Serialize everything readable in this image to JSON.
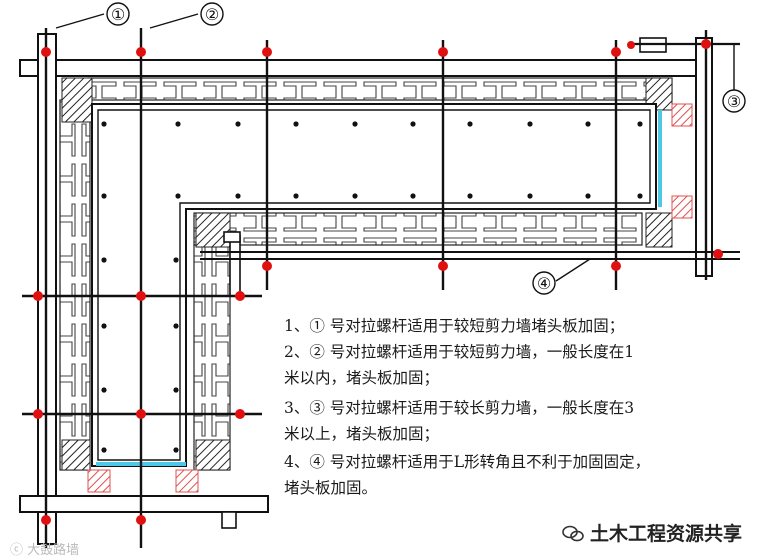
{
  "bolt_labels": [
    "①",
    "②",
    "③",
    "④"
  ],
  "notes": [
    "1、① 号对拉螺杆适用于较短剪力墙堵头板加固；",
    "2、② 号对拉螺杆适用于较短剪力墙，一般长度在1",
    "米以内，堵头板加固；",
    "3、③ 号对拉螺杆适用于较长剪力墙，一般长度在3",
    "米以上，堵头板加固；",
    "4、④ 号对拉螺杆适用于L形转角且不利于加固固定，",
    "堵头板加固。"
  ],
  "watermark_right": "土木工程资源共享",
  "watermark_left": "大鼓路墙",
  "colors": {
    "bolt_dot": "#e01010",
    "formwork_hatch": "#e05050",
    "waterstop": "#4fc8e8",
    "line": "#111111"
  }
}
